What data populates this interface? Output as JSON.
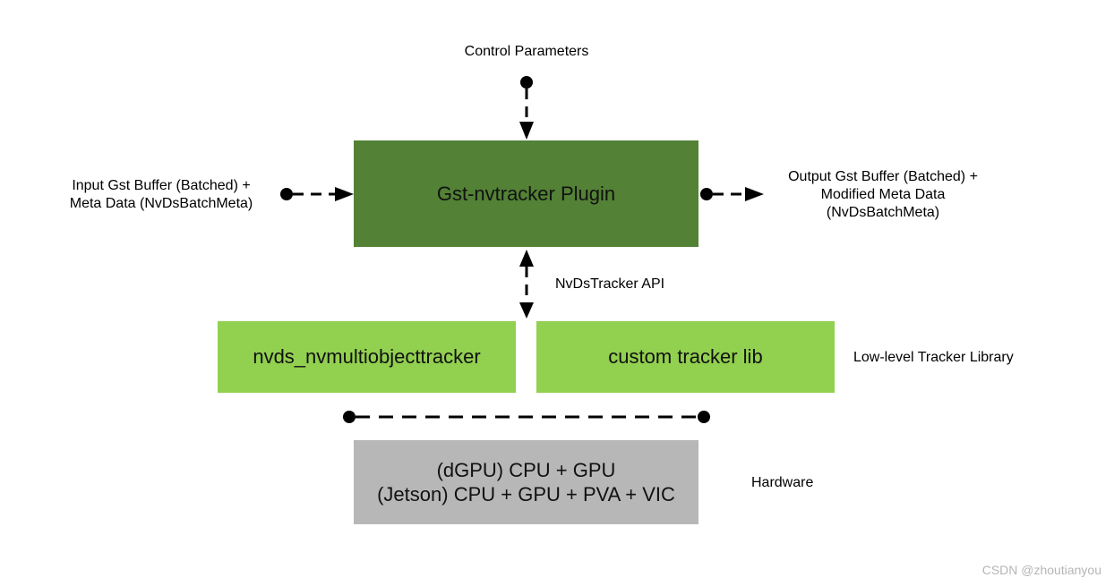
{
  "labels": {
    "control_parameters": "Control Parameters",
    "input_line1": "Input Gst Buffer (Batched) +",
    "input_line2": "Meta Data (NvDsBatchMeta)",
    "output_line1": "Output Gst Buffer (Batched) +",
    "output_line2": "Modified Meta Data",
    "output_line3": "(NvDsBatchMeta)",
    "api": "NvDsTracker API",
    "low_level": "Low-level Tracker Library",
    "hardware": "Hardware"
  },
  "boxes": {
    "plugin": "Gst-nvtracker Plugin",
    "nvmot": "nvds_nvmultiobjecttracker",
    "custom": "custom tracker lib",
    "hw_line1": "(dGPU) CPU + GPU",
    "hw_line2": "(Jetson) CPU + GPU + PVA + VIC"
  },
  "colors": {
    "plugin_box": "#538135",
    "library_box": "#92d050",
    "hardware_box": "#b7b7b7",
    "connector": "#000000"
  },
  "watermark": "CSDN @zhoutianyou"
}
